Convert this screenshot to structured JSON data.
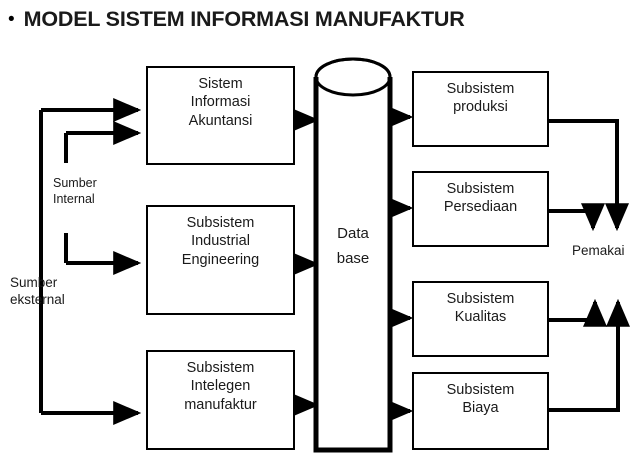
{
  "title": {
    "bullet": "•",
    "text": "MODEL SISTEM INFORMASI MANUFAKTUR"
  },
  "diagram": {
    "input_boxes": [
      {
        "id": "sistem-informasi-akuntansi",
        "label": "Sistem\nInformasi\nAkuntansi"
      },
      {
        "id": "subsistem-industrial-engineering",
        "label": "Subsistem\nIndustrial\nEngineering"
      },
      {
        "id": "subsistem-intelegen-manufaktur",
        "label": "Subsistem\nIntelegen\nmanufaktur"
      }
    ],
    "database": {
      "id": "data-base",
      "line1": "Data",
      "line2": "base"
    },
    "output_boxes": [
      {
        "id": "subsistem-produksi",
        "label": "Subsistem\nproduksi"
      },
      {
        "id": "subsistem-persediaan",
        "label": "Subsistem\nPersediaan"
      },
      {
        "id": "subsistem-kualitas",
        "label": "Subsistem\nKualitas"
      },
      {
        "id": "subsistem-biaya",
        "label": "Subsistem\nBiaya"
      }
    ],
    "labels": {
      "sumber_internal": "Sumber\nInternal",
      "sumber_eksternal": "Sumber\neksternal",
      "pemakai": "Pemakai"
    }
  },
  "colors": {
    "stroke": "#000000",
    "text": "#1a1a1a",
    "background": "#ffffff"
  }
}
